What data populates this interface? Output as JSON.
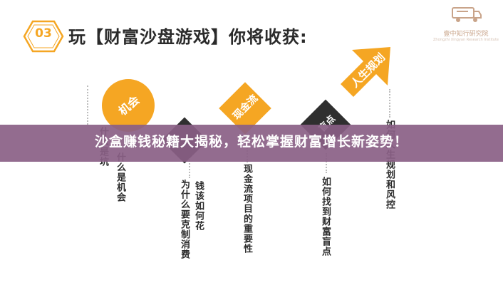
{
  "header": {
    "step_number": "03",
    "title": "玩【财富沙盘游戏】你将收获:"
  },
  "logo": {
    "name": "壹中知行研究院",
    "subtitle": "Zhongzhi Xingyan Research Institute"
  },
  "steps": [
    {
      "label": "机会",
      "description": "什么是坑",
      "description2": "什么是机会"
    },
    {
      "label": "",
      "description": "为什么要克制消费",
      "description2": "钱该如何花"
    },
    {
      "label": "现金流",
      "description": "现金流项目的重要性"
    },
    {
      "label": "盲点",
      "description": "如何找到财富盲点"
    },
    {
      "label": "人生规划",
      "description": "如何人生规划和风控"
    }
  ],
  "banner": {
    "text": "沙盒赚钱秘籍大揭秘，轻松掌握财富增长新姿势！"
  },
  "colors": {
    "accent": "#f5a623",
    "dark": "#2f2f2f",
    "banner": "#8a6086"
  }
}
